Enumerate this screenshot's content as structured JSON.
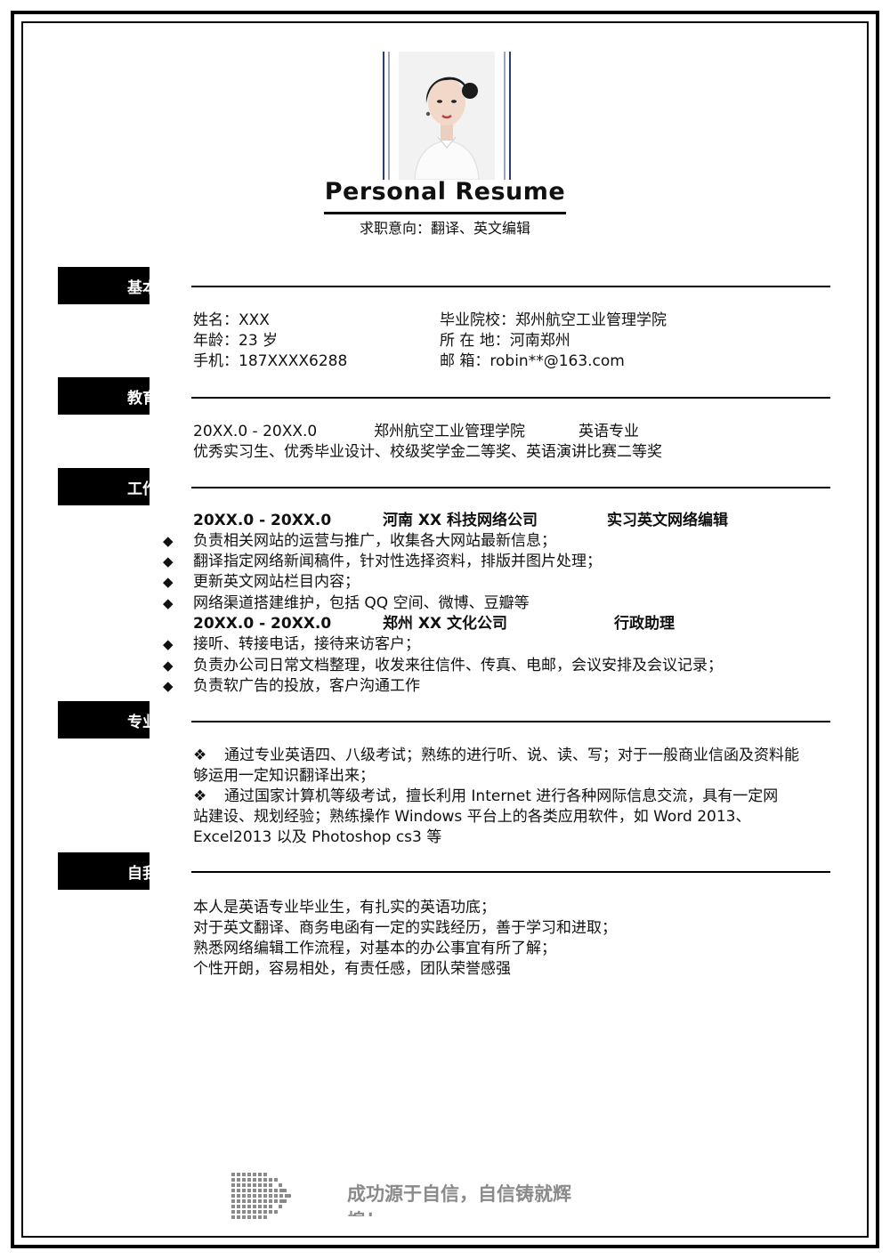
{
  "header": {
    "title": "Personal  Resume",
    "intent": "求职意向：翻译、英文编辑"
  },
  "sections": {
    "basic": "基本信息",
    "education": "教育背景",
    "work": "工作经历",
    "skills": "专业技能",
    "self": "自我评价"
  },
  "basic": {
    "name": "姓名：XXX",
    "age": "年龄：23 岁",
    "phone": "手机：187XXXX6288",
    "school": "毕业院校：郑州航空工业管理学院",
    "location": "所 在 地：河南郑州",
    "email": "邮        箱：robin**@163.com"
  },
  "education": {
    "period": "20XX.0  -  20XX.0",
    "school": "郑州航空工业管理学院",
    "major": "英语专业",
    "awards": "优秀实习生、优秀毕业设计、校级奖学金二等奖、英语演讲比赛二等奖"
  },
  "work": [
    {
      "period": "20XX.0  -  20XX.0",
      "company": "河南 XX 科技网络公司",
      "position": "实习英文网络编辑",
      "duties": [
        "负责相关网站的运营与推广，收集各大网站最新信息；",
        "翻译指定网络新闻稿件，针对性选择资料，排版并图片处理；",
        "更新英文网站栏目内容；",
        "网络渠道搭建维护，包括 QQ 空间、微博、豆瓣等"
      ]
    },
    {
      "period": "20XX.0  -  20XX.0",
      "company": "郑州 XX 文化公司",
      "position": "行政助理",
      "duties": [
        "接听、转接电话，接待来访客户；",
        "负责办公司日常文档整理，收发来往信件、传真、电邮，会议安排及会议记录；",
        "负责软广告的投放，客户沟通工作"
      ]
    }
  ],
  "skills": {
    "bullet": "❖",
    "p1a": "通过专业英语四、八级考试；熟练的进行听、说、读、写；对于一般商业信函及资料能",
    "p1b": "够运用一定知识翻译出来；",
    "p2a": "通过国家计算机等级考试，擅长利用 Internet 进行各种网际信息交流，具有一定网",
    "p2b": "站建设、规划经验；熟练操作 Windows 平台上的各类应用软件，如 Word  2013、",
    "p2c": "Excel2013 以及 Photoshop  cs3 等"
  },
  "self": [
    "本人是英语专业毕业生，有扎实的英语功底；",
    "对于英文翻译、商务电函有一定的实践经历，善于学习和进取；",
    "熟悉网络编辑工作流程，对基本的办公事宜有所了解；",
    "个性开朗，容易相处，有责任感，团队荣誉感强"
  ],
  "footer": {
    "slogan": "成功源于自信，自信铸就辉煌！"
  },
  "icons": {
    "bullet": "diamond-bullet-icon",
    "footer": "dotted-arrow-icon"
  }
}
